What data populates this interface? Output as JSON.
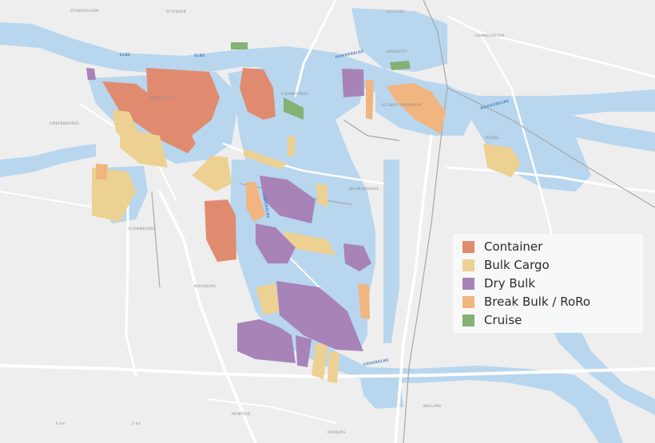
{
  "colors": {
    "land": "#eeeeee",
    "water": "#b8d6ee",
    "road": "#ffffff",
    "rail": "#a8a8a8",
    "container": "#e08b70",
    "bulk_cargo": "#edd192",
    "dry_bulk": "#a783b8",
    "break_bulk": "#f1b57f",
    "cruise": "#84b174"
  },
  "places": {
    "othmarschen": "OTHMARSCHEN",
    "ottensen": "OTTENSEN",
    "altstadt": "ALTSTADT",
    "hammerbrook": "HAMMERBROOK",
    "hafencity": "HAFENCITY",
    "waltershof": "WALTERSHOF",
    "steinwerder": "STEINWERDER",
    "kleiner_grasbrook": "KLEINER GRASBROOK",
    "finkenwerder": "FINKENWERDER",
    "veddel": "VEDDEL",
    "wilhelmsburg": "WILHELMSBURG",
    "altenwerder": "ALTENWERDER",
    "moorburg": "MOORBURG",
    "heimfeld": "HEIMFELD",
    "neuland": "NEULAND",
    "harburg": "HARBURG"
  },
  "waterways": {
    "elbe_1": "ELBE",
    "elbe_2": "ELBE",
    "norderelbe_1": "NORDERELBE",
    "norderelbe_2": "NORDERELBE",
    "suederelbe_1": "SÜDERELBE",
    "suederelbe_2": "SÜDERELBE"
  },
  "scale": {
    "label_0": "0 km",
    "label_2": "2 km"
  },
  "legend": {
    "items": [
      {
        "key": "container",
        "label": "Container",
        "color": "#e08b70"
      },
      {
        "key": "bulk_cargo",
        "label": "Bulk Cargo",
        "color": "#edd192"
      },
      {
        "key": "dry_bulk",
        "label": "Dry Bulk",
        "color": "#a783b8"
      },
      {
        "key": "break_bulk",
        "label": "Break Bulk / RoRo",
        "color": "#f1b57f"
      },
      {
        "key": "cruise",
        "label": "Cruise",
        "color": "#84b174"
      }
    ]
  }
}
